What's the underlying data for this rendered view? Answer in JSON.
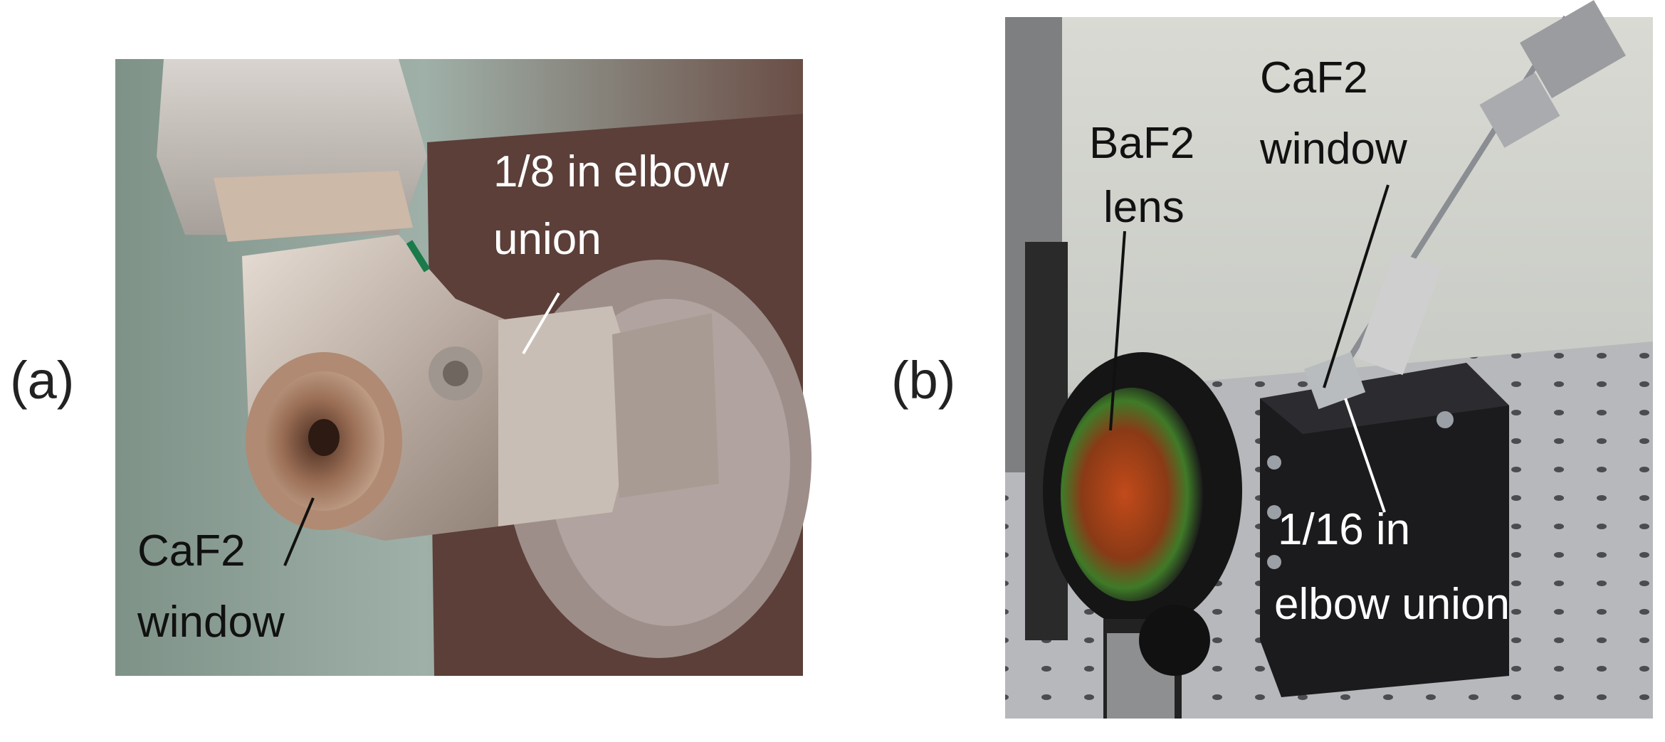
{
  "panels": [
    {
      "label": "(a)",
      "annotations": [
        {
          "line1": "1/8 in elbow",
          "line2": "union"
        },
        {
          "line1": "CaF2",
          "line2": "window"
        }
      ]
    },
    {
      "label": "(b)",
      "annotations": [
        {
          "line1": "BaF2",
          "line2": "lens"
        },
        {
          "line1": "CaF2",
          "line2": "window"
        },
        {
          "line1": "1/16 in",
          "line2": "elbow union"
        }
      ]
    }
  ]
}
